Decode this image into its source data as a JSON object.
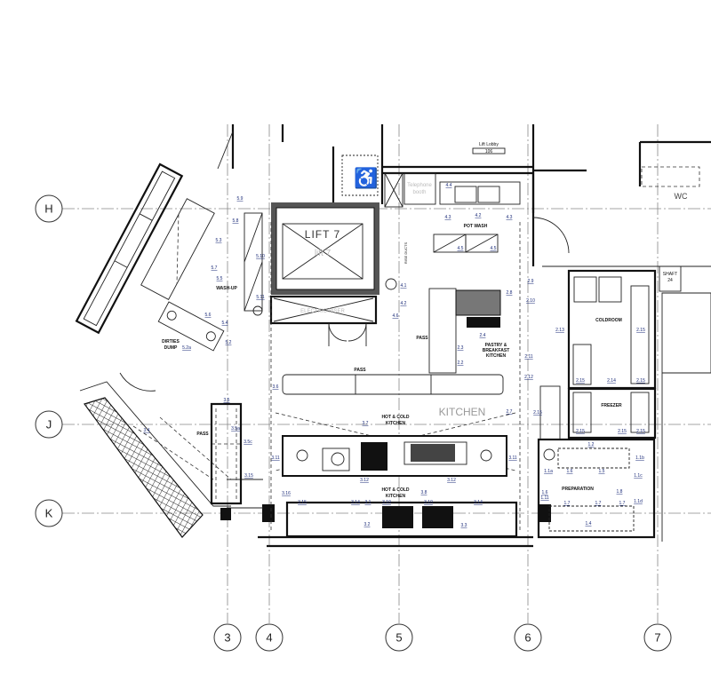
{
  "plan": {
    "grid_rows": [
      "H",
      "J",
      "K"
    ],
    "grid_columns": [
      "3",
      "4",
      "5",
      "6",
      "7"
    ],
    "rooms": {
      "lift": "LIFT 7",
      "lift_ghost": "lift 7",
      "electric_riser": "ELECTRIC RISER",
      "pot_wash": "POT WASH",
      "pastry": "PASTRY &",
      "pastry2": "BREAKFAST",
      "pastry3": "KITCHEN",
      "pass_main": "PASS",
      "pass_small": "PASS",
      "pass_left": "PASS",
      "hot_cold_1": "HOT & COLD",
      "hot_cold_1b": "KITCHEN",
      "hot_cold_2": "HOT & COLD",
      "hot_cold_2b": "KITCHEN",
      "kitchen": "KITCHEN",
      "wash_up": "WASH-UP",
      "dirties": "DIRTIES",
      "dirties2": "DUMP",
      "coldroom": "COLDROOM",
      "freezer": "FREEZER",
      "preparation": "PREPARATION",
      "telephone": "Telephone",
      "telephone2": "booth",
      "lift_lobby": "Lift Lobby",
      "lift_lobby_num": "106",
      "wc": "WC",
      "shaft": "SHAFT",
      "shaft_num": "24",
      "riser_label": "RISE DUCTS"
    },
    "tags": [
      "4.4",
      "4.3",
      "4.2",
      "4.3",
      "4.5",
      "4.5",
      "4.1",
      "4.2",
      "4.6",
      "2.8",
      "2.4",
      "2.3",
      "2.2",
      "2.9",
      "2.10",
      "2.11",
      "2.12",
      "2.13",
      "2.15",
      "2.15",
      "2.15",
      "2.14",
      "2.15",
      "2.15",
      "2.15",
      "2.15",
      "1.2",
      "1.1b",
      "1.1a",
      "1.6",
      "1.5",
      "1.1c",
      "1.8",
      "1.1d",
      "1.7",
      "1.7",
      "1.7",
      "1.6",
      "1.11",
      "1.4",
      "3.6",
      "3.7",
      "3.11",
      "3.11",
      "3.12",
      "3.12",
      "3.8",
      "3.16",
      "3.15",
      "3.14",
      "3.1",
      "3.10",
      "3.10",
      "3.14",
      "3.2",
      "3.3",
      "2.7",
      "5.9",
      "5.8",
      "5.3",
      "5.7",
      "5.5",
      "5.6",
      "5.4",
      "5.2",
      "5.2a",
      "3.5",
      "3.5a",
      "3.5c",
      "3.15",
      "3.4",
      "5.10",
      "5.11"
    ]
  }
}
